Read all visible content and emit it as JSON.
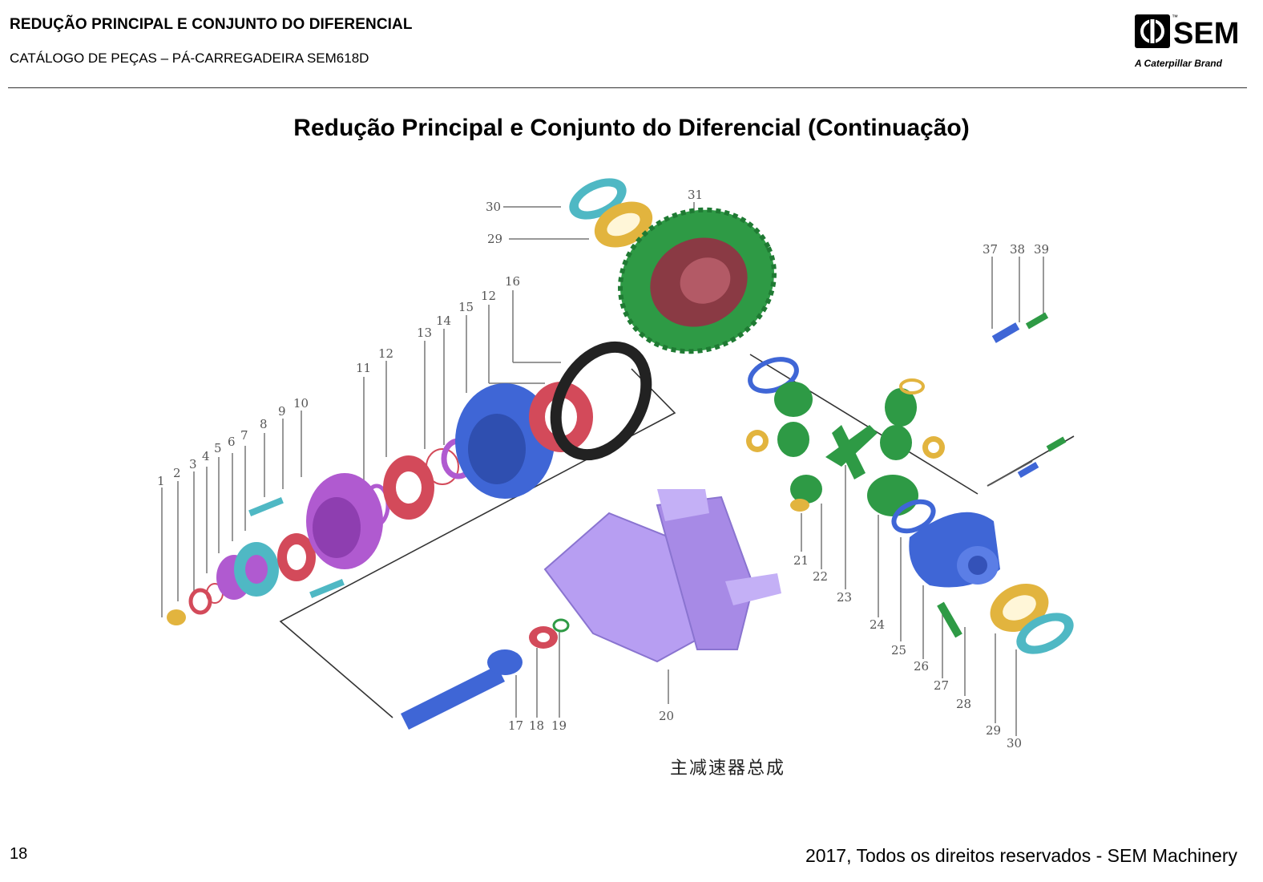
{
  "header": {
    "title": "REDUÇÃO PRINCIPAL E CONJUNTO DO DIFERENCIAL",
    "subtitle": "CATÁLOGO DE PEÇAS – PÁ-CARREGADEIRA SEM618D"
  },
  "logo": {
    "icon": "sem-logo-icon",
    "brand": "SEM",
    "caption": "A Caterpillar Brand",
    "tm": "™"
  },
  "page_title": "Redução Principal e Conjunto do Diferencial (Continuação)",
  "diagram": {
    "caption": "主减速器总成",
    "part_numbers": [
      "1",
      "2",
      "3",
      "4",
      "5",
      "6",
      "7",
      "8",
      "9",
      "10",
      "11",
      "12",
      "13",
      "14",
      "15",
      "12",
      "16",
      "30",
      "29",
      "31",
      "37",
      "38",
      "39",
      "21",
      "22",
      "23",
      "24",
      "25",
      "26",
      "27",
      "28",
      "29",
      "30",
      "17",
      "18",
      "19",
      "20"
    ]
  },
  "footer": {
    "page_number": "18",
    "copyright": "2017, Todos os direitos reservados - SEM Machinery"
  },
  "colors": {
    "green": "#2e9a45",
    "blue": "#3f66d6",
    "purple": "#b05ad0",
    "lavender": "#b79ef2",
    "red": "#d34a5a",
    "cyan": "#4fb8c4",
    "gold": "#e2b43e"
  }
}
